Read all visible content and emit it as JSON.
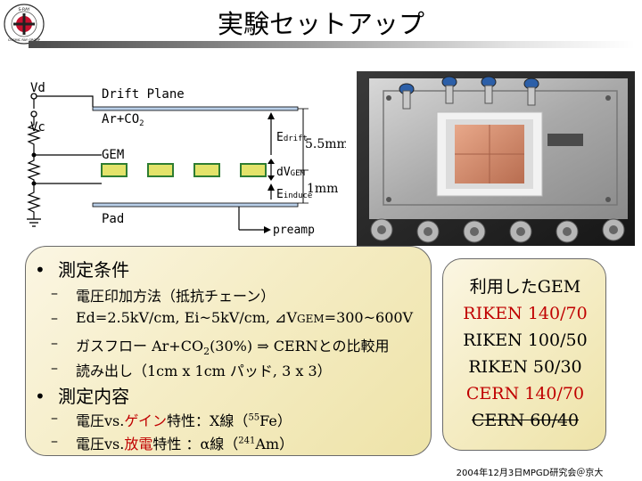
{
  "slide": {
    "title": "実験セットアップ"
  },
  "logo": {
    "icon": "university-seal-icon",
    "text_top": "S-RAY",
    "text_bottom": "COSMIC RAY GROUP"
  },
  "diagram": {
    "vd": "Vd",
    "vc": "Vc",
    "drift_plane": "Drift Plane",
    "gas": "Ar+CO",
    "gas_sub": "2",
    "gem": "GEM",
    "pad": "Pad",
    "preamp": "preamp",
    "e_drift": "E",
    "e_drift_sub": "drift",
    "dv_gem": "dV",
    "dv_gem_sub": "GEM",
    "e_induce": "E",
    "e_induce_sub": "induce",
    "gap_drift": "5.5mm",
    "gap_induce": "1mm"
  },
  "photo": {
    "description_icon": "gem-chamber-photo"
  },
  "conditions": {
    "heading1": "測定条件",
    "items1": [
      {
        "text": "電圧印加方法（抵抗チェーン）"
      },
      {
        "pre": "Ed=2.5kV/cm, Ei~5kV/cm, ",
        "delta": "⊿V",
        "sub": "GEM",
        "post": "=300~600V"
      },
      {
        "pre": "ガスフロー Ar+CO",
        "sub": "2",
        "post": "(30%) ⇒ CERNとの比較用"
      },
      {
        "text": "読み出し（1cm x 1cm パッド, 3 x 3）"
      }
    ],
    "heading2": "測定内容",
    "items2": [
      {
        "pre": "電圧vs.",
        "red": "ゲイン",
        "mid": "特性：X線（",
        "sup": "55",
        "post": "Fe）"
      },
      {
        "pre": "電圧vs.",
        "red": "放電",
        "mid": "特性 ：α線（",
        "sup": "241",
        "post": "Am）"
      }
    ],
    "bullet": "•",
    "dash": "–"
  },
  "gem_list": {
    "heading": "利用したGEM",
    "items": [
      {
        "label": "RIKEN 140/70",
        "color": "#c00000",
        "struck": false
      },
      {
        "label": "RIKEN 100/50",
        "color": "#000000",
        "struck": false
      },
      {
        "label": "RIKEN 50/30",
        "color": "#000000",
        "struck": false
      },
      {
        "label": "CERN  140/70",
        "color": "#c00000",
        "struck": false
      },
      {
        "label": "CERN  60/40",
        "color": "#000000",
        "struck": true
      }
    ]
  },
  "footer": {
    "text": "2004年12月3日MPGD研究会＠京大"
  }
}
